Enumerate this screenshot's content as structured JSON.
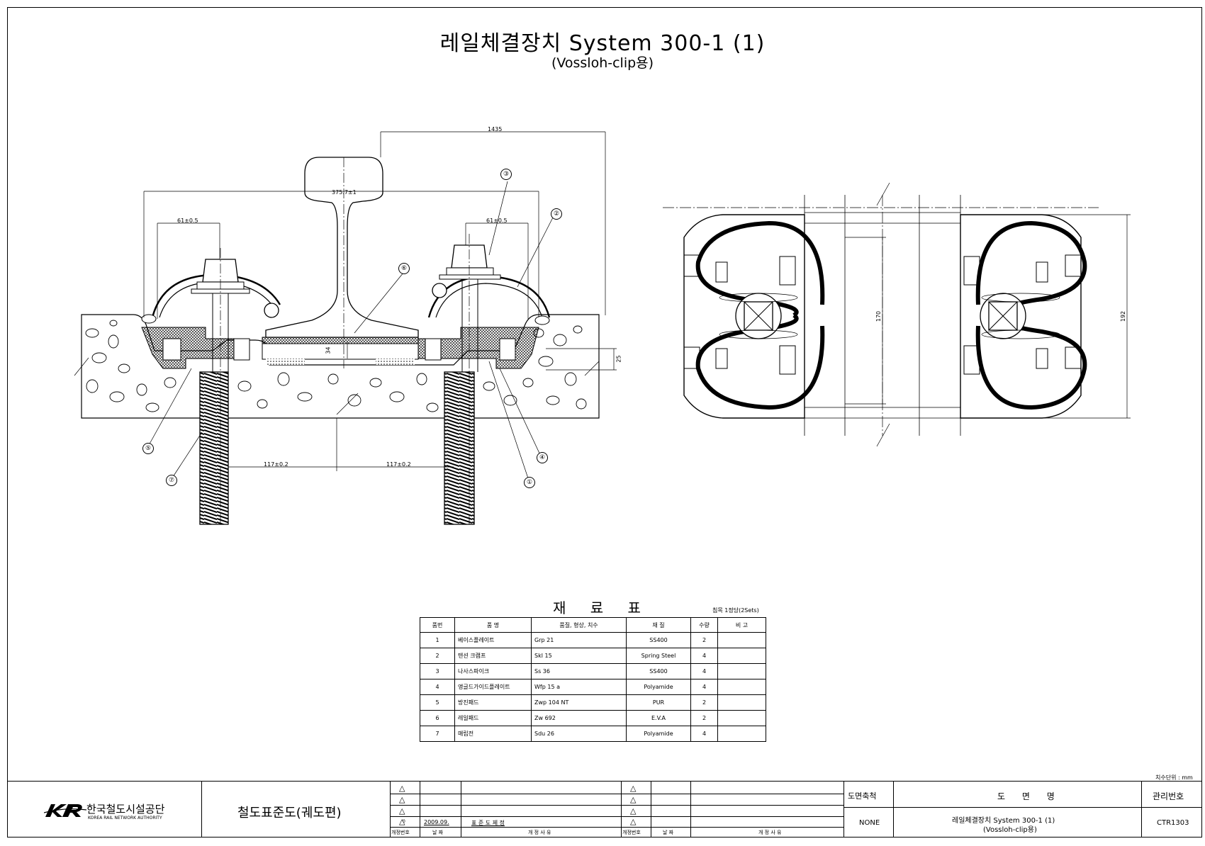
{
  "title": {
    "main": "레일체결장치 System 300-1 (1)",
    "sub": "(Vossloh-clip용)"
  },
  "dimensions": {
    "d1435": "1435",
    "d375": "375.7±1",
    "d61_left": "61±0.5",
    "d61_right": "61±0.5",
    "d117_left": "117±0.2",
    "d117_right": "117±0.2",
    "d34": "34",
    "d25": "25",
    "d170": "170",
    "d192": "192"
  },
  "callouts": [
    "①",
    "②",
    "③",
    "④",
    "⑤",
    "⑥",
    "⑦"
  ],
  "materials": {
    "title": "재 료 표",
    "note": "침목 1정당(2Sets)",
    "headers": [
      "품번",
      "품 명",
      "품질, 형상, 치수",
      "재 질",
      "수량",
      "비 고"
    ],
    "rows": [
      [
        "1",
        "베이스플레이트",
        "Grp 21",
        "SS400",
        "2",
        ""
      ],
      [
        "2",
        "텐션 크램프",
        "Skl 15",
        "Spring Steel",
        "4",
        ""
      ],
      [
        "3",
        "나사스파이크",
        "Ss 36",
        "SS400",
        "4",
        ""
      ],
      [
        "4",
        "앵글드가이드플레이트",
        "Wfp 15 a",
        "Polyamide",
        "4",
        ""
      ],
      [
        "5",
        "방진패드",
        "Zwp 104 NT",
        "PUR",
        "2",
        ""
      ],
      [
        "6",
        "레일패드",
        "Zw 692",
        "E.V.A",
        "2",
        ""
      ],
      [
        "7",
        "매립전",
        "Sdu 26",
        "Polyamide",
        "4",
        ""
      ]
    ]
  },
  "unit_note": "치수단위 : mm",
  "title_block": {
    "logo_text": "한국철도시설공단",
    "logo_sub": "KOREA RAIL NETWORK AUTHORITY",
    "standard": "철도표준도(궤도편)",
    "revision_date": "2009.09.",
    "revision_reason": "표 준 도 제 정",
    "revision_no": "0",
    "rev_col_no": "개정번호",
    "rev_col_date": "날 짜",
    "rev_col_reason": "개 정 사 유",
    "scale_label": "도면축척",
    "scale_value": "NONE",
    "drawing_name_label": "도 면 명",
    "drawing_name_line1": "레일체결장치 System 300-1 (1)",
    "drawing_name_line2": "(Vossloh-clip용)",
    "mgmt_label": "관리번호",
    "mgmt_value": "CTR1303"
  }
}
